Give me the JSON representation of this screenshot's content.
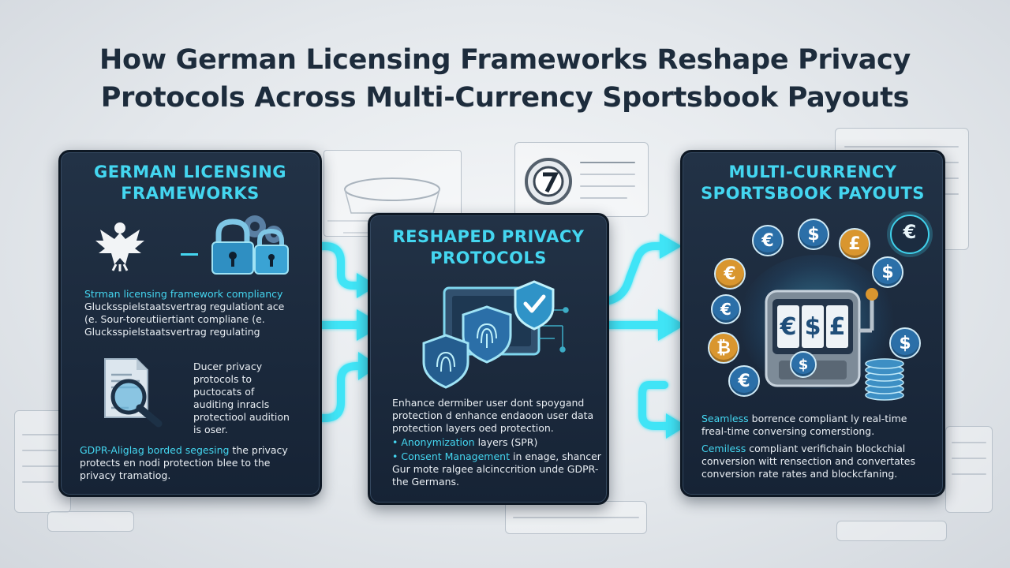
{
  "title": {
    "line1": "How German Licensing Frameworks Reshape Privacy",
    "line2": "Protocols Across Multi-Currency Sportsbook Payouts"
  },
  "panel_left": {
    "title_line1": "GERMAN LICENSING",
    "title_line2": "FRAMEWORKS",
    "text1_heading": "Strman licensing framework compliancy",
    "text1_lines": [
      "Glucksspielstaatsvertrag regulationt ace",
      "(e. Sour-toreutiiertiant compliane (e.",
      "Glucksspielstaatsvertrag regulating"
    ],
    "text2_lines": [
      "Ducer privacy",
      "protocols to",
      "puctocats of",
      "auditing inracls",
      "protectiool audition",
      "is oser."
    ],
    "text3_heading": "GDPR-Aliglag borded segesing",
    "text3_tail": " the privacy",
    "text3_lines": [
      "protects en nodi protection blee to the",
      "privacy tramatiog."
    ]
  },
  "panel_center": {
    "title_line1": "RESHAPED PRIVACY",
    "title_line2": "PROTOCOLS",
    "text_lines": [
      "Enhance dermiber user dont spoygand",
      "protection d enhance endaoon user data",
      "protection layers oed protection."
    ],
    "bullet1_label": "• Anonymization",
    "bullet1_tail": " layers (SPR)",
    "bullet2_label": "• Consent Management",
    "bullet2_tail": " in enage, shancer",
    "bullet2_lines": [
      "Gur mote ralgee alcinccrition unde GDPR-",
      "the Germans."
    ]
  },
  "panel_right": {
    "title_line1": "MULTI-CURRENCY",
    "title_line2": "SPORTSBOOK PAYOUTS",
    "text1_heading": "Seamless",
    "text1_tail": " borrence compliant ly real-time",
    "text1_lines": [
      "freal-time conversing comerstiong."
    ],
    "text2_heading": "Cemiless",
    "text2_tail": " compliant verifichain blockchial",
    "text2_lines": [
      "conversion witt rensection and convertates",
      "conversion rate rates and blockcfaning."
    ],
    "coin_symbols": [
      "€",
      "$",
      "£",
      "€",
      "$",
      "£",
      "€",
      "₿",
      "$",
      "€",
      "$"
    ],
    "reel_symbols": [
      "€",
      "$",
      "£"
    ]
  },
  "colors": {
    "panel_bg": "#1c2a3c",
    "accent_cyan": "#44d6f0",
    "arrow_cyan": "#3fe4f6",
    "title_dark": "#1d2c3c",
    "coin_blue": "#2b6fa8",
    "coin_gold": "#d9962f"
  },
  "icons": {
    "left": [
      "eagle-icon",
      "padlock-gears-icon",
      "document-magnifier-icon"
    ],
    "center": [
      "laptop-shield-icon",
      "fingerprint-shield-icon"
    ],
    "right": [
      "slot-machine-icon",
      "currency-coin-icon",
      "coin-stack-icon"
    ]
  }
}
